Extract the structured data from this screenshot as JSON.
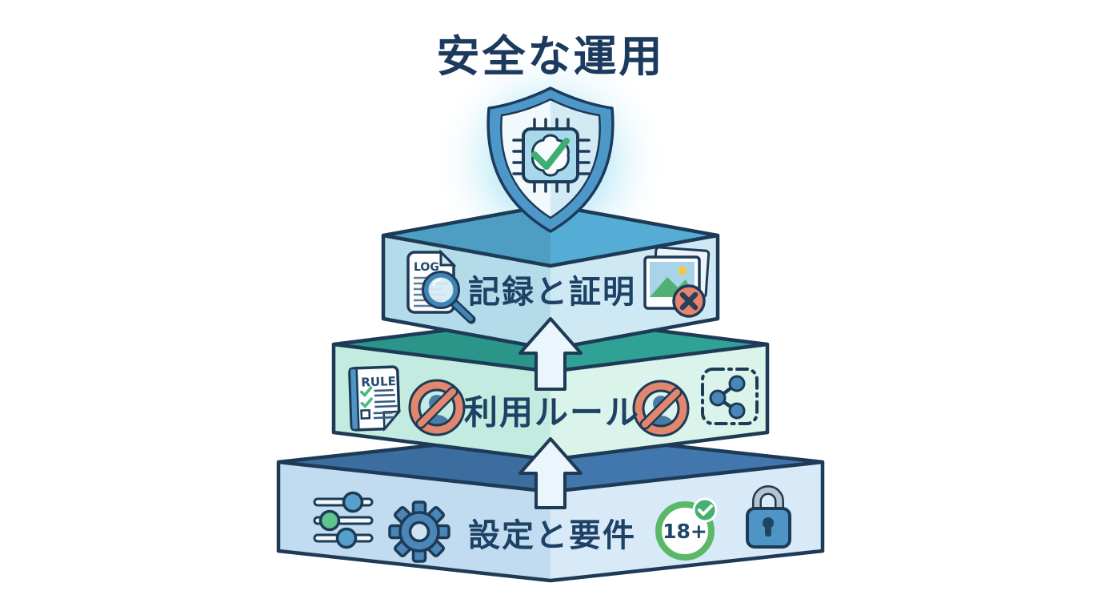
{
  "title": "安全な運用",
  "apex": {
    "icon": "ai-chip-shield-icon"
  },
  "tiers": [
    {
      "id": "records-and-proof",
      "label": "記録と証明",
      "icons": [
        "log-search-icon",
        "image-blocked-icon"
      ]
    },
    {
      "id": "usage-rules",
      "label": "利用ルール",
      "icons": [
        "rule-checklist-icon",
        "no-person-icon",
        "no-person-icon",
        "share-restricted-icon"
      ]
    },
    {
      "id": "settings-and-requirements",
      "label": "設定と要件",
      "icons": [
        "sliders-icon",
        "gear-icon",
        "age-18-plus-badge",
        "lock-icon"
      ]
    }
  ],
  "badges": {
    "log": "LOG",
    "rule": "RULE",
    "age": "18+"
  },
  "colors": {
    "outline": "#1d3a56",
    "title_text": "#1b3a5e",
    "tier1_top": "#55acd4",
    "tier1_left": "#b3dbe9",
    "tier1_right": "#cfe9f4",
    "tier2_top": "#2fa295",
    "tier2_left": "#c3ebdf",
    "tier2_right": "#daf4eb",
    "tier3_top": "#4177ad",
    "tier3_left": "#c1dcf0",
    "tier3_right": "#d8eaf8",
    "arrow_fill": "#eaf5fc",
    "shield_band": "#4e97c9",
    "accent_green": "#46b071",
    "prohibit_red": "#e0876e",
    "glow": "#9fdcf0"
  }
}
